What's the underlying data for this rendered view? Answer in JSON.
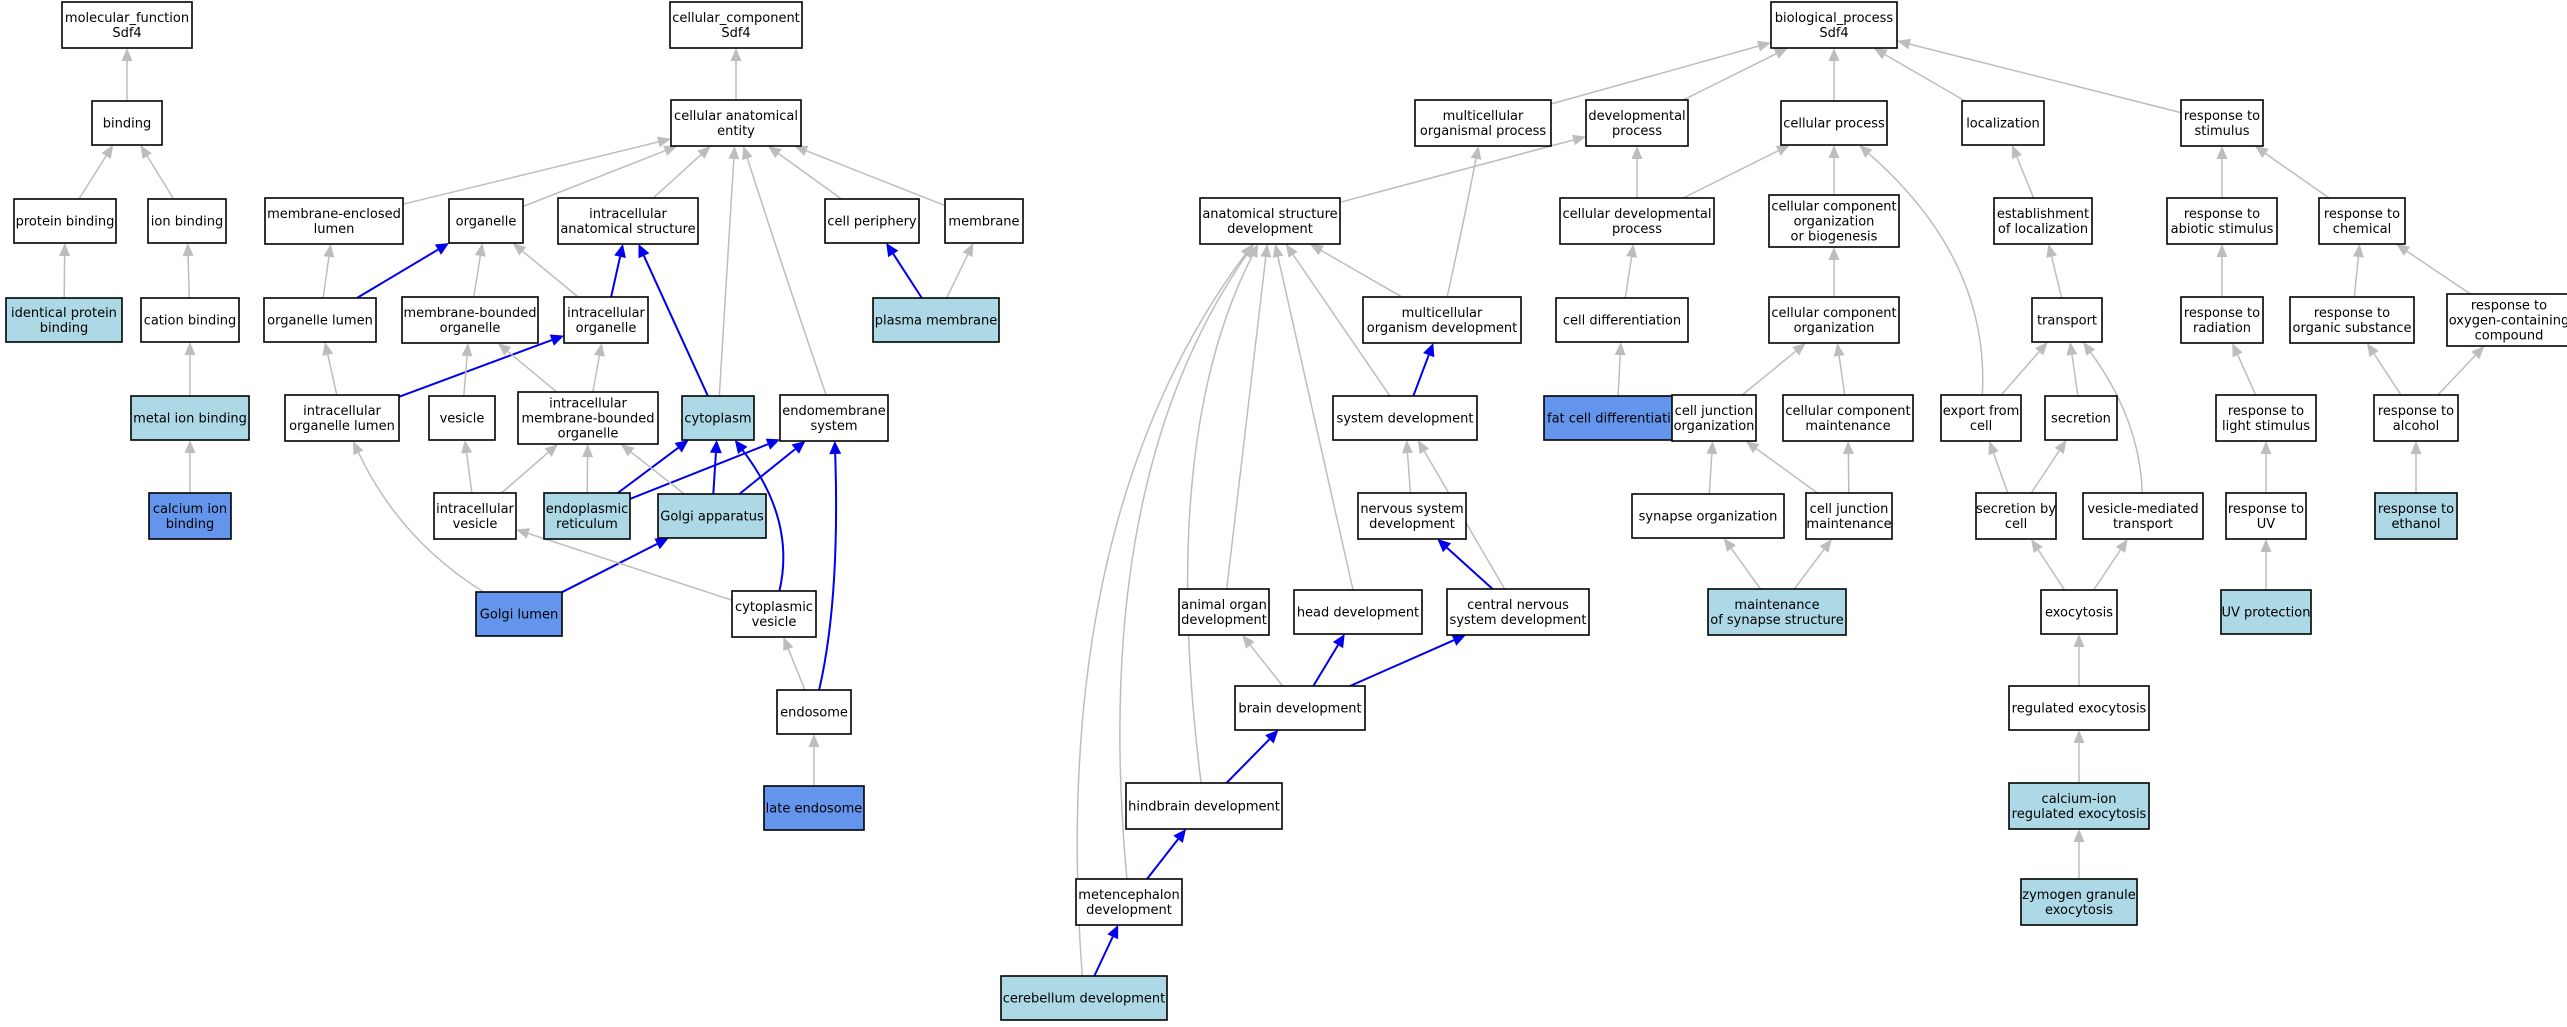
{
  "colors": {
    "plain": "#ffffff",
    "light": "#add8e6",
    "dark": "#6495ed",
    "edge_gray": "#bdbdbd",
    "edge_blue": "#0000ee"
  },
  "nodes": {
    "mf_root": {
      "label": [
        "molecular_function",
        "Sdf4"
      ],
      "fill": "plain"
    },
    "binding": {
      "label": [
        "binding"
      ],
      "fill": "plain"
    },
    "protein_binding": {
      "label": [
        "protein binding"
      ],
      "fill": "plain"
    },
    "ion_binding": {
      "label": [
        "ion binding"
      ],
      "fill": "plain"
    },
    "identical_protein_binding": {
      "label": [
        "identical protein",
        "binding"
      ],
      "fill": "light"
    },
    "cation_binding": {
      "label": [
        "cation binding"
      ],
      "fill": "plain"
    },
    "metal_ion_binding": {
      "label": [
        "metal ion binding"
      ],
      "fill": "light"
    },
    "calcium_ion_binding": {
      "label": [
        "calcium ion",
        "binding"
      ],
      "fill": "dark"
    },
    "cc_root": {
      "label": [
        "cellular_component",
        "Sdf4"
      ],
      "fill": "plain"
    },
    "cae": {
      "label": [
        "cellular anatomical",
        "entity"
      ],
      "fill": "plain"
    },
    "membrane_enclosed_lumen": {
      "label": [
        "membrane-enclosed",
        "lumen"
      ],
      "fill": "plain"
    },
    "organelle": {
      "label": [
        "organelle"
      ],
      "fill": "plain"
    },
    "intracellular_anatomical_structure": {
      "label": [
        "intracellular",
        "anatomical structure"
      ],
      "fill": "plain"
    },
    "cell_periphery": {
      "label": [
        "cell periphery"
      ],
      "fill": "plain"
    },
    "membrane": {
      "label": [
        "membrane"
      ],
      "fill": "plain"
    },
    "organelle_lumen": {
      "label": [
        "organelle lumen"
      ],
      "fill": "plain"
    },
    "membrane_bounded_organelle": {
      "label": [
        "membrane-bounded",
        "organelle"
      ],
      "fill": "plain"
    },
    "intracellular_organelle": {
      "label": [
        "intracellular",
        "organelle"
      ],
      "fill": "plain"
    },
    "plasma_membrane": {
      "label": [
        "plasma membrane"
      ],
      "fill": "light"
    },
    "intracellular_organelle_lumen": {
      "label": [
        "intracellular",
        "organelle lumen"
      ],
      "fill": "plain"
    },
    "vesicle": {
      "label": [
        "vesicle"
      ],
      "fill": "plain"
    },
    "imbo": {
      "label": [
        "intracellular",
        "membrane-bounded",
        "organelle"
      ],
      "fill": "plain"
    },
    "cytoplasm": {
      "label": [
        "cytoplasm"
      ],
      "fill": "light"
    },
    "endomembrane_system": {
      "label": [
        "endomembrane",
        "system"
      ],
      "fill": "plain"
    },
    "intracellular_vesicle": {
      "label": [
        "intracellular",
        "vesicle"
      ],
      "fill": "plain"
    },
    "endoplasmic_reticulum": {
      "label": [
        "endoplasmic",
        "reticulum"
      ],
      "fill": "light"
    },
    "golgi_apparatus": {
      "label": [
        "Golgi apparatus"
      ],
      "fill": "light"
    },
    "golgi_lumen": {
      "label": [
        "Golgi lumen"
      ],
      "fill": "dark"
    },
    "cytoplasmic_vesicle": {
      "label": [
        "cytoplasmic",
        "vesicle"
      ],
      "fill": "plain"
    },
    "endosome": {
      "label": [
        "endosome"
      ],
      "fill": "plain"
    },
    "late_endosome": {
      "label": [
        "late endosome"
      ],
      "fill": "dark"
    },
    "bp_root": {
      "label": [
        "biological_process",
        "Sdf4"
      ],
      "fill": "plain"
    },
    "multicellular_organismal_process": {
      "label": [
        "multicellular",
        "organismal process"
      ],
      "fill": "plain"
    },
    "developmental_process": {
      "label": [
        "developmental",
        "process"
      ],
      "fill": "plain"
    },
    "cellular_process": {
      "label": [
        "cellular process"
      ],
      "fill": "plain"
    },
    "localization": {
      "label": [
        "localization"
      ],
      "fill": "plain"
    },
    "response_to_stimulus": {
      "label": [
        "response to",
        "stimulus"
      ],
      "fill": "plain"
    },
    "anatomical_structure_development": {
      "label": [
        "anatomical structure",
        "development"
      ],
      "fill": "plain"
    },
    "cellular_developmental_process": {
      "label": [
        "cellular developmental",
        "process"
      ],
      "fill": "plain"
    },
    "ccob": {
      "label": [
        "cellular component",
        "organization",
        "or biogenesis"
      ],
      "fill": "plain"
    },
    "establishment_of_localization": {
      "label": [
        "establishment",
        "of localization"
      ],
      "fill": "plain"
    },
    "response_to_abiotic_stimulus": {
      "label": [
        "response to",
        "abiotic stimulus"
      ],
      "fill": "plain"
    },
    "response_to_chemical": {
      "label": [
        "response to",
        "chemical"
      ],
      "fill": "plain"
    },
    "multicellular_organism_development": {
      "label": [
        "multicellular",
        "organism development"
      ],
      "fill": "plain"
    },
    "cell_differentiation": {
      "label": [
        "cell differentiation"
      ],
      "fill": "plain"
    },
    "cellular_component_organization": {
      "label": [
        "cellular component",
        "organization"
      ],
      "fill": "plain"
    },
    "transport": {
      "label": [
        "transport"
      ],
      "fill": "plain"
    },
    "response_to_radiation": {
      "label": [
        "response to",
        "radiation"
      ],
      "fill": "plain"
    },
    "response_to_organic_substance": {
      "label": [
        "response to",
        "organic substance"
      ],
      "fill": "plain"
    },
    "response_to_oxygen_containing_compound": {
      "label": [
        "response to",
        "oxygen-containing",
        "compound"
      ],
      "fill": "plain"
    },
    "system_development": {
      "label": [
        "system development"
      ],
      "fill": "plain"
    },
    "fat_cell_differentiation": {
      "label": [
        "fat cell differentiation"
      ],
      "fill": "dark"
    },
    "cell_junction_organization": {
      "label": [
        "cell junction",
        "organization"
      ],
      "fill": "plain"
    },
    "cellular_component_maintenance": {
      "label": [
        "cellular component",
        "maintenance"
      ],
      "fill": "plain"
    },
    "export_from_cell": {
      "label": [
        "export from",
        "cell"
      ],
      "fill": "plain"
    },
    "secretion": {
      "label": [
        "secretion"
      ],
      "fill": "plain"
    },
    "response_to_light_stimulus": {
      "label": [
        "response to",
        "light stimulus"
      ],
      "fill": "plain"
    },
    "response_to_alcohol": {
      "label": [
        "response to",
        "alcohol"
      ],
      "fill": "plain"
    },
    "nervous_system_development": {
      "label": [
        "nervous system",
        "development"
      ],
      "fill": "plain"
    },
    "synapse_organization": {
      "label": [
        "synapse organization"
      ],
      "fill": "plain"
    },
    "cell_junction_maintenance": {
      "label": [
        "cell junction",
        "maintenance"
      ],
      "fill": "plain"
    },
    "secretion_by_cell": {
      "label": [
        "secretion by",
        "cell"
      ],
      "fill": "plain"
    },
    "vesicle_mediated_transport": {
      "label": [
        "vesicle-mediated",
        "transport"
      ],
      "fill": "plain"
    },
    "response_to_uv": {
      "label": [
        "response to",
        "UV"
      ],
      "fill": "plain"
    },
    "response_to_ethanol": {
      "label": [
        "response to",
        "ethanol"
      ],
      "fill": "light"
    },
    "animal_organ_development": {
      "label": [
        "animal organ",
        "development"
      ],
      "fill": "plain"
    },
    "head_development": {
      "label": [
        "head development"
      ],
      "fill": "plain"
    },
    "cnsd": {
      "label": [
        "central nervous",
        "system development"
      ],
      "fill": "plain"
    },
    "maintenance_of_synapse_structure": {
      "label": [
        "maintenance",
        "of synapse structure"
      ],
      "fill": "light"
    },
    "exocytosis": {
      "label": [
        "exocytosis"
      ],
      "fill": "plain"
    },
    "uv_protection": {
      "label": [
        "UV protection"
      ],
      "fill": "light"
    },
    "brain_development": {
      "label": [
        "brain development"
      ],
      "fill": "plain"
    },
    "regulated_exocytosis": {
      "label": [
        "regulated exocytosis"
      ],
      "fill": "plain"
    },
    "hindbrain_development": {
      "label": [
        "hindbrain development"
      ],
      "fill": "plain"
    },
    "calcium_ion_regulated_exocytosis": {
      "label": [
        "calcium-ion",
        "regulated exocytosis"
      ],
      "fill": "light"
    },
    "metencephalon_development": {
      "label": [
        "metencephalon",
        "development"
      ],
      "fill": "plain"
    },
    "zymogen_granule_exocytosis": {
      "label": [
        "zymogen granule",
        "exocytosis"
      ],
      "fill": "light"
    },
    "cerebellum_development": {
      "label": [
        "cerebellum development"
      ],
      "fill": "light"
    }
  },
  "edges": [
    [
      "binding",
      "mf_root",
      "gray"
    ],
    [
      "protein_binding",
      "binding",
      "gray"
    ],
    [
      "ion_binding",
      "binding",
      "gray"
    ],
    [
      "identical_protein_binding",
      "protein_binding",
      "gray"
    ],
    [
      "cation_binding",
      "ion_binding",
      "gray"
    ],
    [
      "metal_ion_binding",
      "cation_binding",
      "gray"
    ],
    [
      "calcium_ion_binding",
      "metal_ion_binding",
      "gray"
    ],
    [
      "cae",
      "cc_root",
      "gray"
    ],
    [
      "membrane_enclosed_lumen",
      "cae",
      "gray"
    ],
    [
      "organelle",
      "cae",
      "gray"
    ],
    [
      "intracellular_anatomical_structure",
      "cae",
      "gray"
    ],
    [
      "cell_periphery",
      "cae",
      "gray"
    ],
    [
      "membrane",
      "cae",
      "gray"
    ],
    [
      "cytoplasm",
      "cae",
      "gray"
    ],
    [
      "endomembrane_system",
      "cae",
      "gray"
    ],
    [
      "organelle_lumen",
      "membrane_enclosed_lumen",
      "gray"
    ],
    [
      "organelle_lumen",
      "organelle",
      "blue"
    ],
    [
      "membrane_bounded_organelle",
      "organelle",
      "gray"
    ],
    [
      "intracellular_organelle",
      "organelle",
      "gray"
    ],
    [
      "intracellular_organelle",
      "intracellular_anatomical_structure",
      "blue"
    ],
    [
      "cytoplasm",
      "intracellular_anatomical_structure",
      "blue"
    ],
    [
      "plasma_membrane",
      "cell_periphery",
      "blue"
    ],
    [
      "plasma_membrane",
      "membrane",
      "gray"
    ],
    [
      "intracellular_organelle_lumen",
      "organelle_lumen",
      "gray"
    ],
    [
      "intracellular_organelle_lumen",
      "intracellular_organelle",
      "blue"
    ],
    [
      "vesicle",
      "membrane_bounded_organelle",
      "gray"
    ],
    [
      "imbo",
      "membrane_bounded_organelle",
      "gray"
    ],
    [
      "imbo",
      "intracellular_organelle",
      "gray"
    ],
    [
      "intracellular_vesicle",
      "vesicle",
      "gray"
    ],
    [
      "intracellular_vesicle",
      "imbo",
      "gray"
    ],
    [
      "endoplasmic_reticulum",
      "imbo",
      "gray"
    ],
    [
      "endoplasmic_reticulum",
      "cytoplasm",
      "blue"
    ],
    [
      "endoplasmic_reticulum",
      "endomembrane_system",
      "blue"
    ],
    [
      "golgi_apparatus",
      "imbo",
      "gray"
    ],
    [
      "golgi_apparatus",
      "cytoplasm",
      "blue"
    ],
    [
      "golgi_apparatus",
      "endomembrane_system",
      "blue"
    ],
    [
      "golgi_lumen",
      "intracellular_organelle_lumen",
      "gray"
    ],
    [
      "golgi_lumen",
      "golgi_apparatus",
      "blue"
    ],
    [
      "cytoplasmic_vesicle",
      "intracellular_vesicle",
      "gray"
    ],
    [
      "cytoplasmic_vesicle",
      "cytoplasm",
      "blue"
    ],
    [
      "endosome",
      "cytoplasmic_vesicle",
      "gray"
    ],
    [
      "endosome",
      "endomembrane_system",
      "blue"
    ],
    [
      "late_endosome",
      "endosome",
      "gray"
    ],
    [
      "multicellular_organismal_process",
      "bp_root",
      "gray"
    ],
    [
      "developmental_process",
      "bp_root",
      "gray"
    ],
    [
      "cellular_process",
      "bp_root",
      "gray"
    ],
    [
      "localization",
      "bp_root",
      "gray"
    ],
    [
      "response_to_stimulus",
      "bp_root",
      "gray"
    ],
    [
      "anatomical_structure_development",
      "developmental_process",
      "gray"
    ],
    [
      "cellular_developmental_process",
      "developmental_process",
      "gray"
    ],
    [
      "cellular_developmental_process",
      "cellular_process",
      "gray"
    ],
    [
      "ccob",
      "cellular_process",
      "gray"
    ],
    [
      "export_from_cell",
      "cellular_process",
      "gray"
    ],
    [
      "establishment_of_localization",
      "localization",
      "gray"
    ],
    [
      "response_to_abiotic_stimulus",
      "response_to_stimulus",
      "gray"
    ],
    [
      "response_to_chemical",
      "response_to_stimulus",
      "gray"
    ],
    [
      "multicellular_organism_development",
      "anatomical_structure_development",
      "gray"
    ],
    [
      "multicellular_organism_development",
      "multicellular_organismal_process",
      "gray"
    ],
    [
      "cell_differentiation",
      "cellular_developmental_process",
      "gray"
    ],
    [
      "cellular_component_organization",
      "ccob",
      "gray"
    ],
    [
      "transport",
      "establishment_of_localization",
      "gray"
    ],
    [
      "response_to_radiation",
      "response_to_abiotic_stimulus",
      "gray"
    ],
    [
      "response_to_organic_substance",
      "response_to_chemical",
      "gray"
    ],
    [
      "response_to_oxygen_containing_compound",
      "response_to_chemical",
      "gray"
    ],
    [
      "system_development",
      "multicellular_organism_development",
      "blue"
    ],
    [
      "system_development",
      "anatomical_structure_development",
      "gray"
    ],
    [
      "fat_cell_differentiation",
      "cell_differentiation",
      "gray"
    ],
    [
      "cell_junction_organization",
      "cellular_component_organization",
      "gray"
    ],
    [
      "cellular_component_maintenance",
      "cellular_component_organization",
      "gray"
    ],
    [
      "export_from_cell",
      "transport",
      "gray"
    ],
    [
      "secretion",
      "transport",
      "gray"
    ],
    [
      "vesicle_mediated_transport",
      "transport",
      "gray"
    ],
    [
      "response_to_light_stimulus",
      "response_to_radiation",
      "gray"
    ],
    [
      "response_to_alcohol",
      "response_to_organic_substance",
      "gray"
    ],
    [
      "response_to_alcohol",
      "response_to_oxygen_containing_compound",
      "gray"
    ],
    [
      "nervous_system_development",
      "system_development",
      "gray"
    ],
    [
      "synapse_organization",
      "cell_junction_organization",
      "gray"
    ],
    [
      "cell_junction_maintenance",
      "cell_junction_organization",
      "gray"
    ],
    [
      "cell_junction_maintenance",
      "cellular_component_maintenance",
      "gray"
    ],
    [
      "secretion_by_cell",
      "export_from_cell",
      "gray"
    ],
    [
      "secretion_by_cell",
      "secretion",
      "gray"
    ],
    [
      "response_to_uv",
      "response_to_light_stimulus",
      "gray"
    ],
    [
      "response_to_ethanol",
      "response_to_alcohol",
      "gray"
    ],
    [
      "animal_organ_development",
      "anatomical_structure_development",
      "gray"
    ],
    [
      "head_development",
      "anatomical_structure_development",
      "gray"
    ],
    [
      "cnsd",
      "nervous_system_development",
      "blue"
    ],
    [
      "cnsd",
      "system_development",
      "gray"
    ],
    [
      "maintenance_of_synapse_structure",
      "synapse_organization",
      "gray"
    ],
    [
      "maintenance_of_synapse_structure",
      "cell_junction_maintenance",
      "gray"
    ],
    [
      "exocytosis",
      "secretion_by_cell",
      "gray"
    ],
    [
      "exocytosis",
      "vesicle_mediated_transport",
      "gray"
    ],
    [
      "uv_protection",
      "response_to_uv",
      "gray"
    ],
    [
      "brain_development",
      "animal_organ_development",
      "gray"
    ],
    [
      "brain_development",
      "head_development",
      "blue"
    ],
    [
      "brain_development",
      "cnsd",
      "blue"
    ],
    [
      "regulated_exocytosis",
      "exocytosis",
      "gray"
    ],
    [
      "hindbrain_development",
      "brain_development",
      "blue"
    ],
    [
      "hindbrain_development",
      "anatomical_structure_development",
      "gray"
    ],
    [
      "calcium_ion_regulated_exocytosis",
      "regulated_exocytosis",
      "gray"
    ],
    [
      "metencephalon_development",
      "hindbrain_development",
      "blue"
    ],
    [
      "metencephalon_development",
      "anatomical_structure_development",
      "gray"
    ],
    [
      "zymogen_granule_exocytosis",
      "calcium_ion_regulated_exocytosis",
      "gray"
    ],
    [
      "cerebellum_development",
      "metencephalon_development",
      "blue"
    ],
    [
      "cerebellum_development",
      "anatomical_structure_development",
      "gray"
    ]
  ]
}
